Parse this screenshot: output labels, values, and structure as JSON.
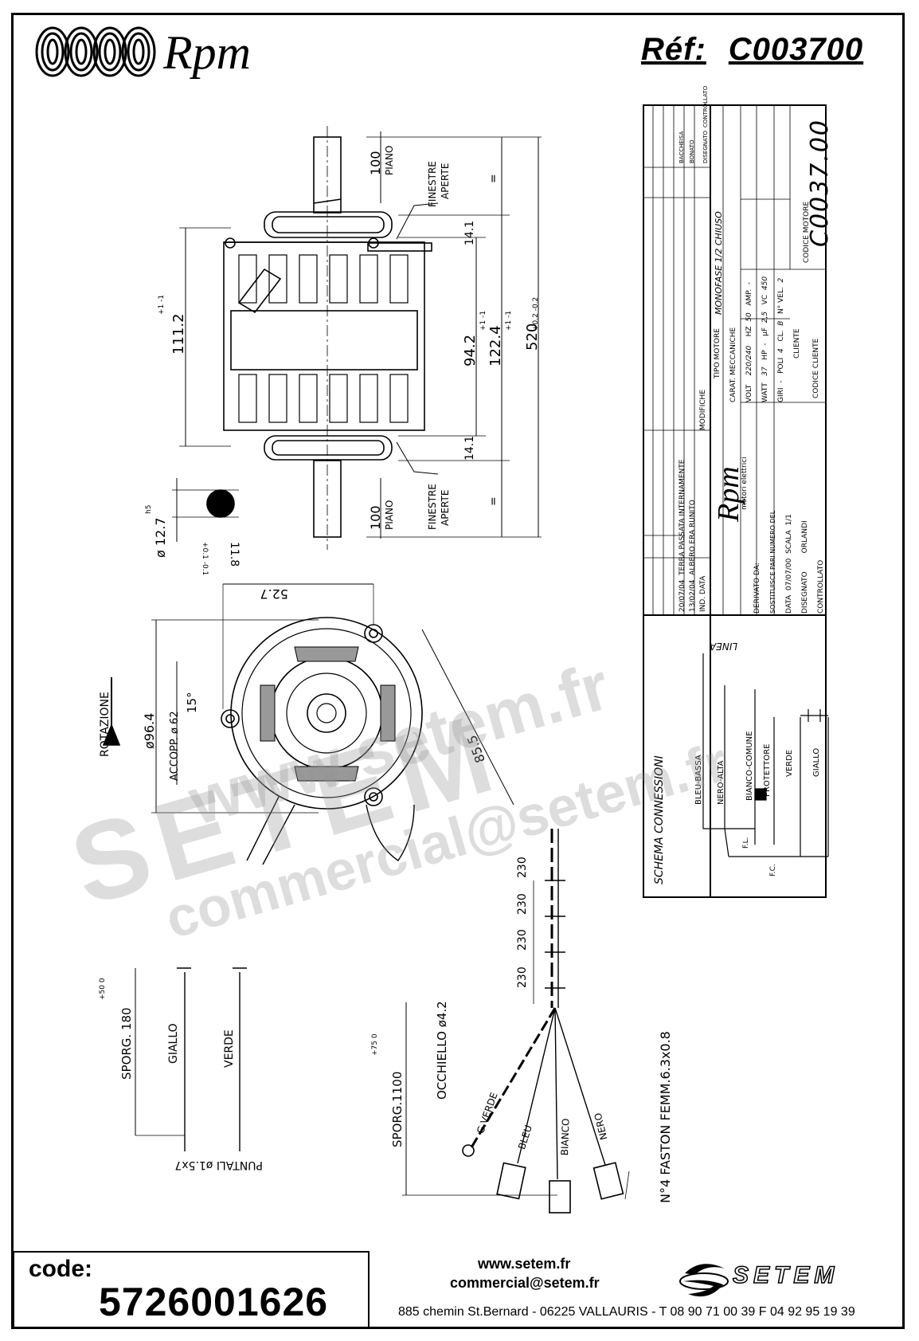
{
  "header": {
    "brand": "Rpm",
    "ref_label": "Réf:",
    "ref_value": "C003700"
  },
  "drawing_labels": {
    "piano_top": "PIANO",
    "dim_100_top": "100",
    "finestre_top": "FINESTRE",
    "aperte_top": "APERTE",
    "finestre_bottom": "FINESTRE",
    "aperte_bottom": "APERTE",
    "piano_bottom": "PIANO",
    "dim_100_bottom": "100",
    "dim_14_1_top": "14.1",
    "dim_14_1_bottom": "14.1",
    "dim_111_2": "111.2",
    "dim_94_2": "94.2",
    "dim_122_4": "122.4",
    "dim_520": "520",
    "tol_111_2": "+1 -1",
    "tol_94_2": "+1 -1",
    "tol_122_4": "+1 -1",
    "tol_520": "+0.2 -0.2",
    "shaft_dia": "ø 12.7",
    "shaft_h5": "h5",
    "shaft_flat": "11.8",
    "shaft_flat_tol": "+0.1 -0.1",
    "dim_52_7": "52.7",
    "dim_96_4": "ø96.4",
    "dim_acc": "ACCOPP. ø 62",
    "dim_15deg": "15°",
    "dim_85_5": "85.5",
    "rotazione": "ROTAZIONE",
    "eq_top": "=",
    "eq_bottom": "=",
    "spacing_230": "230",
    "sporg_180": "SPORG. 180",
    "sporg_180_tol": "+50 0",
    "giallo": "GIALLO",
    "verde": "VERDE",
    "puntali": "PUNTALI ø1.5x7",
    "sporg_1100": "SPORG.1100",
    "sporg_1100_tol": "+75 0",
    "occhiello": "OCCHIELLO ø4.2",
    "g_verde": "G.VERDE",
    "bleu": "BLEU",
    "bianco": "BIANCO",
    "nero": "NERO",
    "faston": "N°4 FASTON FEMM.6.3x0.8"
  },
  "title_block": {
    "modifiche": "MODIFICHE",
    "rev2_date": "20/07/04",
    "rev2_text": "TERRA PASSATA INTERNAMENTE",
    "rev1_date": "13/02/04",
    "rev1_text": "ALBERO ERA RUNITO",
    "ind": "IND.",
    "data": "DATA",
    "brand_sub": "motori elettrici",
    "derivato": "DERIVATO DA:",
    "sostituisce": "SOSTITUISCE PARI NUMERO DEL",
    "data_label": "DATA",
    "data_value": "07/07/00",
    "scala_label": "SCALA",
    "scala_value": "1/1",
    "disegnato": "DISEGNATO",
    "disegnato_value": "ORLANDI",
    "controllato": "CONTROLLATO",
    "tipo_motore": "TIPO MOTORE",
    "tipo_value": "MONOFASE 1/2 CHIUSO",
    "carat": "CARAT. MECCANICHE",
    "volt": "VOLT",
    "volt_value": "220/240",
    "hz": "HZ",
    "hz_value": "50",
    "amp": "AMP.",
    "watt": "WATT",
    "watt_value": "37",
    "hp": "HP",
    "uf": "µF",
    "uf_value": "2,5",
    "vc": "VC",
    "vc_value": "450",
    "giri": "GIRI",
    "poli": "POLI",
    "poli_value": "4",
    "cl": "CL.",
    "cl_value": "B",
    "nvel": "N° VEL.",
    "nvel_value": "2",
    "cliente": "CLIENTE",
    "codice_motore": "CODICE MOTORE",
    "codice_motore_value": "C0037.00",
    "codice_cliente": "CODICE CLIENTE",
    "schema": "SCHEMA CONNESSIONI",
    "linea": "LINEA",
    "bleu_bassa": "BLEU-BASSA",
    "nero_alta": "NERO-ALTA",
    "bianco_comune": "BIANCO-COMUNE",
    "protettore": "PROTETTORE",
    "verde_s": "VERDE",
    "giallo_s": "GIALLO",
    "fl": "F.L.",
    "fc": "F.C.",
    "baccheisa": "BACCHEISA",
    "bonato": "BONATO",
    "disegnato_top": "DISEGNATO",
    "controllato_top": "CONTROLLATO",
    "dash": "-"
  },
  "watermark": {
    "line1": "www.setem.fr",
    "line2": "SETEM",
    "line3": "commercial@setem.fr"
  },
  "footer": {
    "code_label": "code:",
    "code_value": "5726001626",
    "website": "www.setem.fr",
    "email": "commercial@setem.fr",
    "address": "885 chemin St.Bernard  -  06225 VALLAURIS  -  T 08 90 71 00 39   F 04 92 95 19 39",
    "brand": "SETEM"
  }
}
